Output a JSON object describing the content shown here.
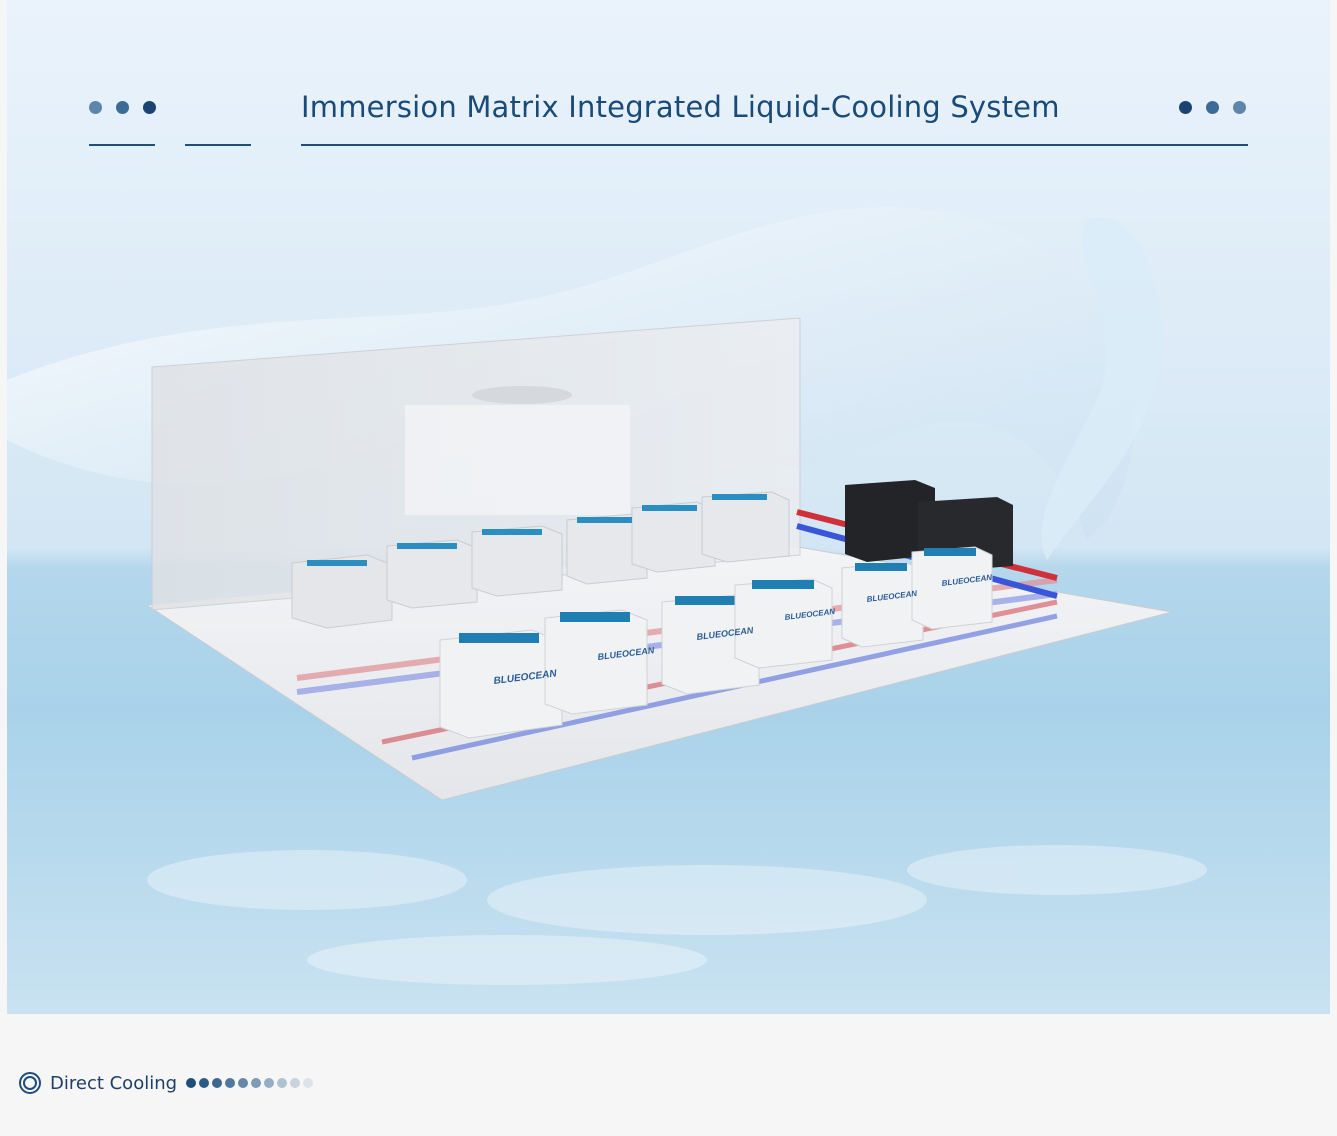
{
  "header": {
    "title": "Immersion Matrix Integrated Liquid-Cooling System"
  },
  "product": {
    "brand_label": "BLUEOCEAN"
  },
  "footer": {
    "label": "Direct Cooling",
    "icon": "concentric-ring-icon"
  },
  "colors": {
    "accent": "#1f4e7a",
    "title": "#1a4a78",
    "hot_pipe": "#d0303a",
    "cold_pipe": "#3a55d8"
  }
}
